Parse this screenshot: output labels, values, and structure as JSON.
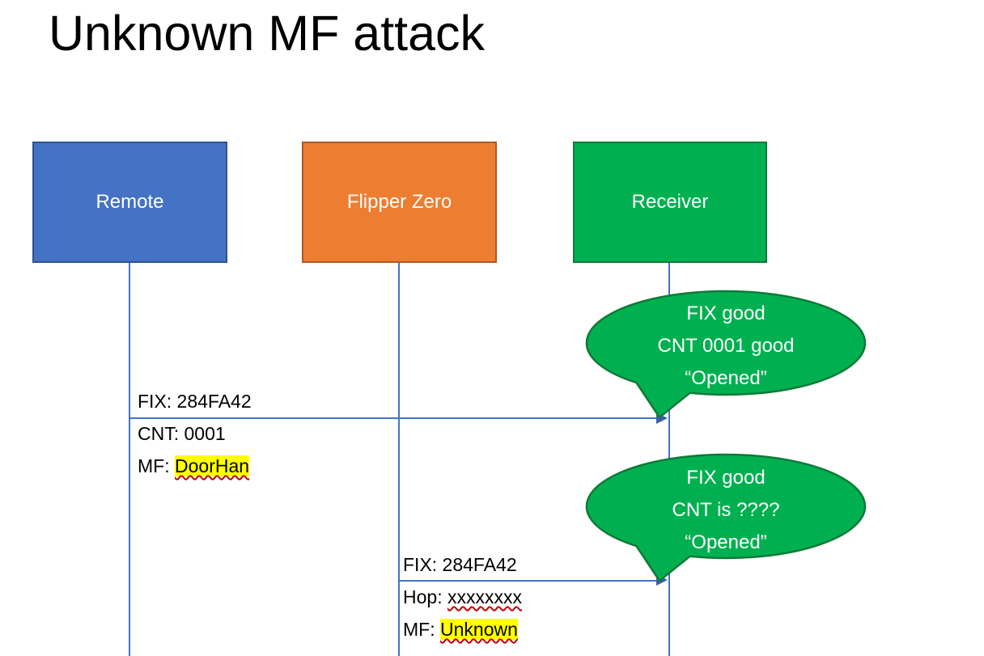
{
  "title": "Unknown MF attack",
  "actors": [
    {
      "label": "Remote",
      "fill": "#4472C4",
      "border": "#2F528F"
    },
    {
      "label": "Flipper Zero",
      "fill": "#ED7D31",
      "border": "#AE5A21"
    },
    {
      "label": "Receiver",
      "fill": "#00B050",
      "border": "#0E7A37"
    }
  ],
  "message1": {
    "fix": "FIX: 284FA42",
    "cnt": "CNT: 0001",
    "mf_label": "MF: ",
    "mf_value": "DoorHan"
  },
  "message2": {
    "fix": "FIX: 284FA42",
    "hop_label": "Hop: ",
    "hop_value": "xxxxxxxx",
    "mf_label": "MF: ",
    "mf_value": "Unknown"
  },
  "bubble1": {
    "line1": "FIX good",
    "line2": "CNT 0001 good",
    "line3": "“Opened”"
  },
  "bubble2": {
    "line1": "FIX good",
    "line2": "CNT is ????",
    "line3": "“Opened”"
  },
  "colors": {
    "lifeline": "#4472C4",
    "highlight": "#FFFF00",
    "underline": "#C00000",
    "bubble_fill": "#00B050"
  }
}
